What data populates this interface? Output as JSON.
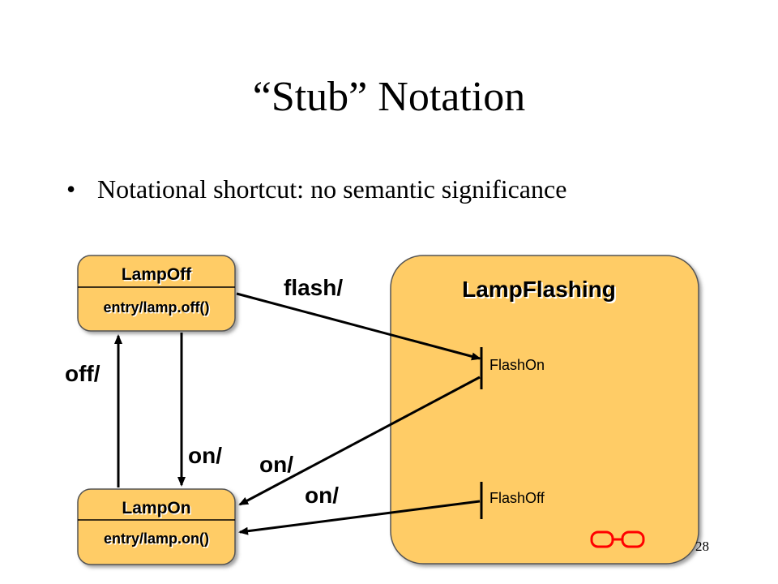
{
  "slide": {
    "title": "“Stub” Notation",
    "bullet": "Notational shortcut: no semantic significance",
    "page_number": "28"
  },
  "diagram": {
    "fill_color": "#FFCC66",
    "states": {
      "lamp_off": {
        "name": "LampOff",
        "action": "entry/lamp.off()"
      },
      "lamp_on": {
        "name": "LampOn",
        "action": "entry/lamp.on()"
      },
      "lamp_flashing": {
        "name": "LampFlashing"
      }
    },
    "stubs": {
      "flash_on": "FlashOn",
      "flash_off": "FlashOff"
    },
    "transitions": {
      "flash": "flash/",
      "off": "off/",
      "on_down": "on/",
      "on_from_flash_on": "on/",
      "on_from_flash_off": "on/"
    },
    "decomposition_icon": "decomposition-icon"
  }
}
